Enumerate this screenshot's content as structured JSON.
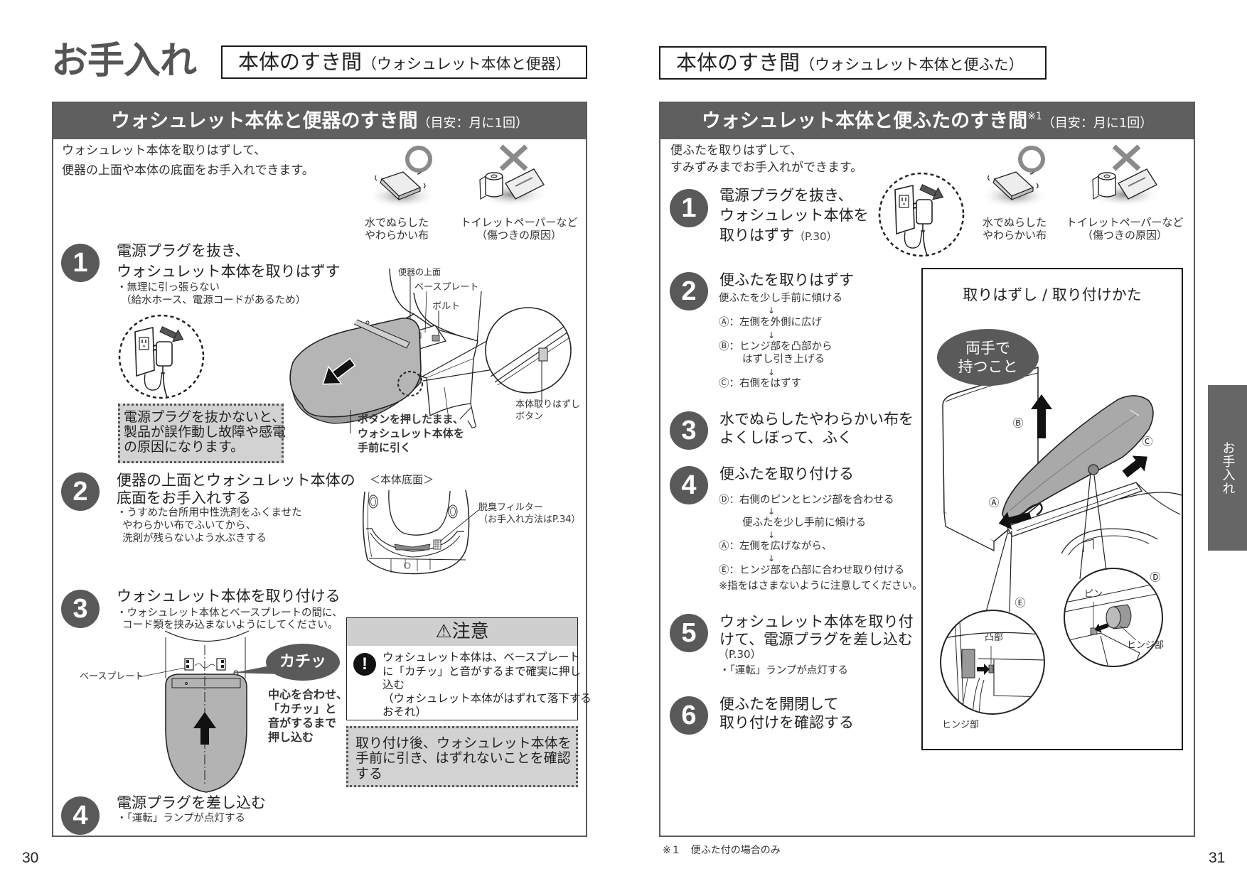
{
  "left_page": {
    "section_title": "お手入れ",
    "heading": {
      "main": "本体のすき間",
      "sub": "（ウォシュレット本体と便器）"
    },
    "panel_header": {
      "title": "ウォシュレット本体と便器のすき間",
      "note": "（目安：月に1回）"
    },
    "intro": [
      "ウォシュレット本体を取りはずして、",
      "便器の上面や本体の底面をお手入れできます。"
    ],
    "good_item": {
      "icon": "circle-ok-icon",
      "caption": [
        "水でぬらした",
        "やわらかい布"
      ]
    },
    "bad_item": {
      "icon": "cross-ng-icon",
      "caption": [
        "トイレットペーパーなど",
        "（傷つきの原因）"
      ]
    },
    "steps": [
      {
        "number": "1",
        "title": [
          "電源プラグを抜き、",
          "ウォシュレット本体を取りはずす"
        ],
        "notes": [
          "・無理に引っ張らない",
          "（給水ホース、電源コードがあるため）"
        ]
      },
      {
        "number": "2",
        "title": [
          "便器の上面とウォシュレット本体の",
          "底面をお手入れする"
        ],
        "notes": [
          "・うすめた台所用中性洗剤をふくませた",
          "やわらかい布でふいてから、",
          "洗剤が残らないよう水ぶきする"
        ]
      },
      {
        "number": "3",
        "title": [
          "ウォシュレット本体を取り付ける"
        ],
        "notes": [
          "・ウォシュレット本体とベースプレートの間に、",
          "コード類を挟み込まないようにしてください。"
        ]
      },
      {
        "number": "4",
        "title": [
          "電源プラグを差し込む"
        ],
        "notes": [
          "・「運転」ランプが点灯する"
        ]
      }
    ],
    "warning_box": [
      "電源プラグを抜かないと、",
      "製品が誤作動し故障や感電",
      "の原因になります。"
    ],
    "figure1": {
      "bowl_top": "便器の上面",
      "base_plate": "ベースプレート",
      "bolt": "ボルト",
      "release_button": [
        "本体取りはずし",
        "ボタン"
      ],
      "instruction": [
        "ボタンを押したまま、",
        "ウォシュレット本体を",
        "手前に引く"
      ]
    },
    "figure2": {
      "title": "＜本体底面＞",
      "filter": [
        "脱臭フィルター",
        "（お手入れ方法はP.34）"
      ]
    },
    "figure3": {
      "base_plate": "ベースプレート",
      "click_sound": "カチッ",
      "instruction": [
        "中心を合わせ、",
        "「カチッ」と",
        "音がするまで",
        "押し込む"
      ]
    },
    "caution": {
      "icon": "⚠",
      "title": "注意",
      "text": [
        "ウォシュレット本体は、ベースプレート",
        "に「カチッ」と音がするまで確実に押し",
        "込む",
        "（ウォシュレット本体がはずれて落下する",
        "おそれ）"
      ]
    },
    "confirm_box": [
      "取り付け後、ウォシュレット本体を",
      "手前に引き、はずれないことを確認",
      "する"
    ],
    "page_number": "30"
  },
  "right_page": {
    "heading": {
      "main": "本体のすき間",
      "sub": "（ウォシュレット本体と便ふた）"
    },
    "panel_header": {
      "title": "ウォシュレット本体と便ふたのすき間",
      "footnote_mark": "※1",
      "note": "（目安：月に1回）"
    },
    "intro": [
      "便ふたを取りはずして、",
      "すみずみまでお手入れができます。"
    ],
    "good_item": {
      "icon": "circle-ok-icon",
      "caption": [
        "水でぬらした",
        "やわらかい布"
      ]
    },
    "bad_item": {
      "icon": "cross-ng-icon",
      "caption": [
        "トイレットペーパーなど",
        "（傷つきの原因）"
      ]
    },
    "steps": [
      {
        "number": "1",
        "title": [
          "電源プラグを抜き、",
          "ウォシュレット本体を",
          "取りはずす"
        ],
        "ref": "（P.30）"
      },
      {
        "number": "2",
        "title": [
          "便ふたを取りはずす"
        ],
        "notes": [
          "便ふたを少し手前に傾ける",
          "↓",
          "Ⓐ：左側を外側に広げ",
          "↓",
          "Ⓑ：ヒンジ部を凸部から",
          "はずし引き上げる",
          "↓",
          "Ⓒ：右側をはずす"
        ]
      },
      {
        "number": "3",
        "title": [
          "水でぬらしたやわらかい布を",
          "よくしぼって、ふく"
        ]
      },
      {
        "number": "4",
        "title": [
          "便ふたを取り付ける"
        ],
        "notes": [
          "Ⓓ：右側のピンとヒンジ部を合わせる",
          "↓",
          "便ふたを少し手前に傾ける",
          "↓",
          "Ⓐ：左側を広げながら、",
          "↓",
          "Ⓔ：ヒンジ部を凸部に合わせ取り付ける",
          "※指をはさまないように注意してください。"
        ]
      },
      {
        "number": "5",
        "title": [
          "ウォシュレット本体を取り付",
          "けて、電源プラグを差し込む"
        ],
        "ref": "（P.30）",
        "notes": [
          "・「運転」ランプが点灯する"
        ]
      },
      {
        "number": "6",
        "title": [
          "便ふたを開閉して",
          "取り付けを確認する"
        ]
      }
    ],
    "figure": {
      "title": "取りはずし / 取り付けかた",
      "bubble": [
        "両手で",
        "持つこと"
      ],
      "labels": {
        "A": "Ⓐ",
        "B": "Ⓑ",
        "C": "Ⓒ",
        "D": "Ⓓ",
        "E": "Ⓔ",
        "protrusion": "凸部",
        "hinge_left": "ヒンジ部",
        "pin": "ピン",
        "hinge_right": "ヒンジ部"
      }
    },
    "footnote": "※１　便ふた付の場合のみ",
    "page_number": "31"
  },
  "side_tab": {
    "label": "お手入れ"
  },
  "colors": {
    "header_bar": "#5f5f5f",
    "step_circle": "#595959",
    "note_box": "#d2d2d2",
    "caution_header": "#cfcfcf",
    "side_tab": "#666666",
    "title_gray": "#555555"
  }
}
